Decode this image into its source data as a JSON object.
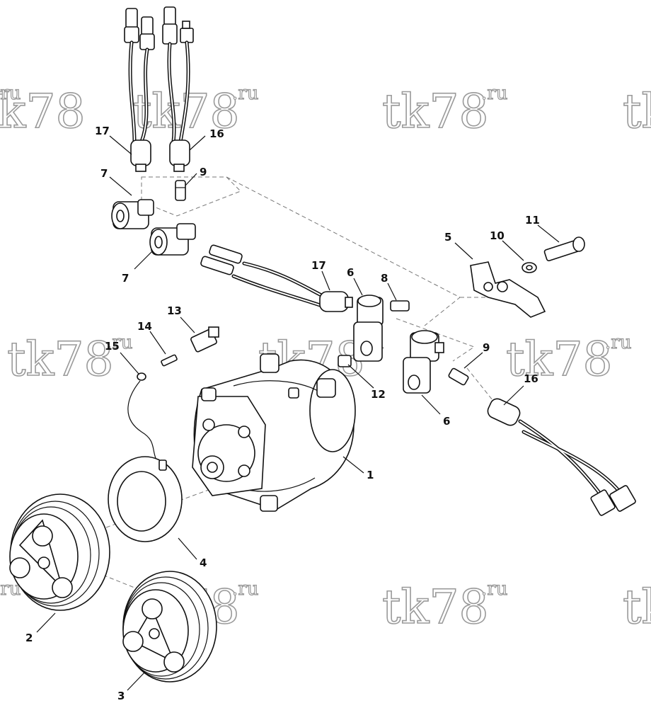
{
  "watermark": {
    "main": "tk78",
    "sup": ".ru"
  },
  "callouts": [
    {
      "id": "c17a",
      "label": "17"
    },
    {
      "id": "c16a",
      "label": "16"
    },
    {
      "id": "c7a",
      "label": "7"
    },
    {
      "id": "c9a",
      "label": "9"
    },
    {
      "id": "c7b",
      "label": "7"
    },
    {
      "id": "c5",
      "label": "5"
    },
    {
      "id": "c10",
      "label": "10"
    },
    {
      "id": "c11",
      "label": "11"
    },
    {
      "id": "c17b",
      "label": "17"
    },
    {
      "id": "c6a",
      "label": "6"
    },
    {
      "id": "c8",
      "label": "8"
    },
    {
      "id": "c13",
      "label": "13"
    },
    {
      "id": "c14",
      "label": "14"
    },
    {
      "id": "c15",
      "label": "15"
    },
    {
      "id": "c12",
      "label": "12"
    },
    {
      "id": "c9b",
      "label": "9"
    },
    {
      "id": "c16b",
      "label": "16"
    },
    {
      "id": "c6b",
      "label": "6"
    },
    {
      "id": "c1",
      "label": "1"
    },
    {
      "id": "c4",
      "label": "4"
    },
    {
      "id": "c2",
      "label": "2"
    },
    {
      "id": "c3",
      "label": "3"
    }
  ]
}
